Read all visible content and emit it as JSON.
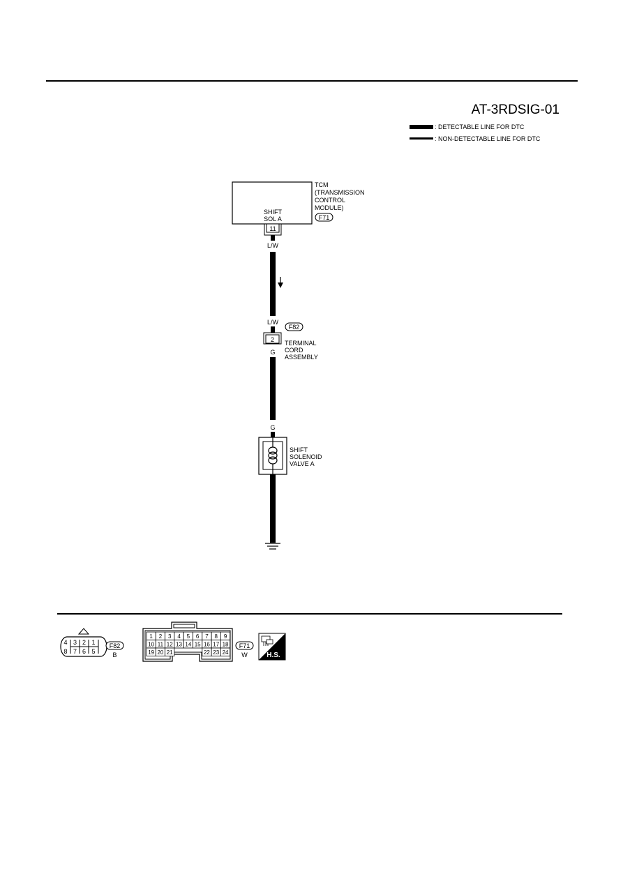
{
  "diagram_id": "AT-3RDSIG-01",
  "legend": {
    "detectable": ": DETECTABLE LINE FOR DTC",
    "non_detectable": ": NON-DETECTABLE LINE FOR DTC"
  },
  "tcm": {
    "lines": [
      "TCM",
      "(TRANSMISSION",
      "CONTROL",
      "MODULE)"
    ],
    "terminal_label_1": "SHIFT",
    "terminal_label_2": "SOL A",
    "pin": "11",
    "connector": "F71"
  },
  "wire_top": {
    "color_code_top": "L/W",
    "color_code_bottom": "L/W"
  },
  "terminal_cord": {
    "connector": "F82",
    "pin": "2",
    "lines": [
      "TERMINAL",
      "CORD",
      "ASSEMBLY"
    ]
  },
  "wire_bottom": {
    "color_code_top": "G",
    "color_code_bottom": "G"
  },
  "solenoid": {
    "lines": [
      "SHIFT",
      "SOLENOID",
      "VALVE A"
    ]
  },
  "connectors": {
    "f82": {
      "id": "F82",
      "color": "B",
      "top_row": [
        "4",
        "3",
        "2",
        "1"
      ],
      "bottom_row": [
        "8",
        "7",
        "6",
        "5"
      ]
    },
    "f71": {
      "id": "F71",
      "color": "W",
      "row1": [
        "1",
        "2",
        "3",
        "4",
        "5",
        "6",
        "7",
        "8",
        "9"
      ],
      "row2": [
        "10",
        "11",
        "12",
        "13",
        "14",
        "15",
        "16",
        "17",
        "18"
      ],
      "row3_left": [
        "19",
        "20",
        "21"
      ],
      "row3_right": [
        "22",
        "23",
        "24"
      ]
    },
    "hs_badge": "H.S."
  }
}
